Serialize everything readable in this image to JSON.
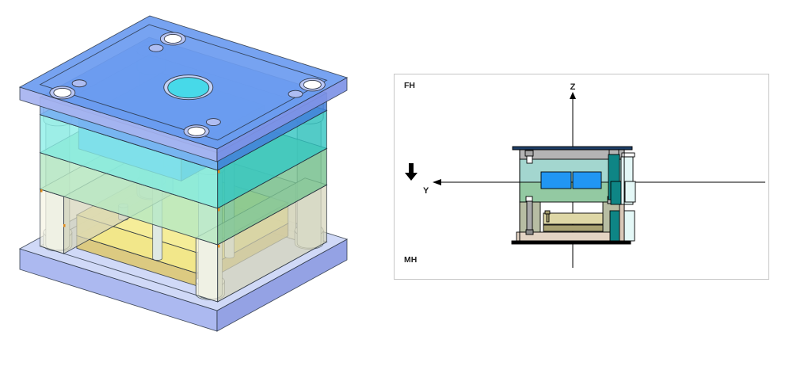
{
  "workspace": {
    "background": "#ffffff"
  },
  "iso_view": {
    "parts": [
      {
        "id": "top-clamp-plate"
      },
      {
        "id": "a-plate"
      },
      {
        "id": "cavity-plate"
      },
      {
        "id": "cavity-insert"
      },
      {
        "id": "core-plate"
      },
      {
        "id": "ejector-housing"
      },
      {
        "id": "ejector-retainer-plate"
      },
      {
        "id": "ejector-base-plate"
      },
      {
        "id": "bottom-clamp-plate"
      },
      {
        "id": "guide-pillar"
      },
      {
        "id": "locating-ring-hole"
      }
    ],
    "colors": {
      "top_clamp": {
        "top": "#6d9cf0",
        "left": "#a7b4f0",
        "right": "#7f93e6"
      },
      "a_plate": {
        "top": "#4f8ce8",
        "left": "#7fb0f4",
        "right": "#3f7cd8"
      },
      "cavity": {
        "top": "#48dcd6",
        "left": "#8aefe8",
        "right": "#2cc3bf"
      },
      "insert": {
        "top": "#3a96ec",
        "left": "#54a6f2",
        "right": "#2a7fd4"
      },
      "core": {
        "top": "#8fd5a3",
        "left": "#b5e9c3",
        "right": "#76c18d"
      },
      "housing": {
        "top": "#e9e7d3",
        "left": "#f5f4e3",
        "right": "#d6d4ba"
      },
      "ejector_top": {
        "top": "#f6ee9a",
        "left": "#f2e88a",
        "right": "#e3d66e"
      },
      "ejector_base": {
        "top": "#e6d98a",
        "left": "#dcc97a",
        "right": "#c9b562"
      },
      "bottom_clamp": {
        "top": "#cdd7f7",
        "left": "#a8b5ef",
        "right": "#8e9de3"
      },
      "pillar_side": "#dfe9e4",
      "pillar_top": "#eef5f1",
      "interior_back": "#dfe3d4",
      "hole_ring": "#b9c6f4",
      "hole_inner": "#ffffff",
      "companion_ring": "#aebdf2",
      "center_ring": "#c3d2f6",
      "center_hole": "#47d9e9",
      "outline": "#242e3c",
      "vertex_marker": "#e08a1a"
    }
  },
  "section_view": {
    "labels": {
      "fixed_half": "FH",
      "moving_half": "MH",
      "z_axis": "Z",
      "y_axis": "Y"
    },
    "icons": {
      "clamp_direction": "thick-down-arrow-icon",
      "z_axis_head": "up-arrowhead-icon",
      "y_axis_head": "left-arrowhead-icon"
    },
    "border_color": "#c6c6c6",
    "colors": {
      "navy": "#1d3d66",
      "gray": "#b4b4b4",
      "teal_plate": "#a3d6cf",
      "blue": "#2196f3",
      "green": "#93c9a2",
      "spacer": "#b7bda3",
      "ej1": "#ded7a6",
      "ej2": "#a8a171",
      "tan": "#e3d3c3",
      "black": "#000000",
      "sprue": "#0e8585",
      "cyan": "#e4f8f7",
      "pin": "#a8a8a8",
      "pindark": "#8a8a8a",
      "tancol": "#d9c9b9",
      "white": "#ffffff",
      "axis": "#000000",
      "text": "#222222"
    }
  }
}
